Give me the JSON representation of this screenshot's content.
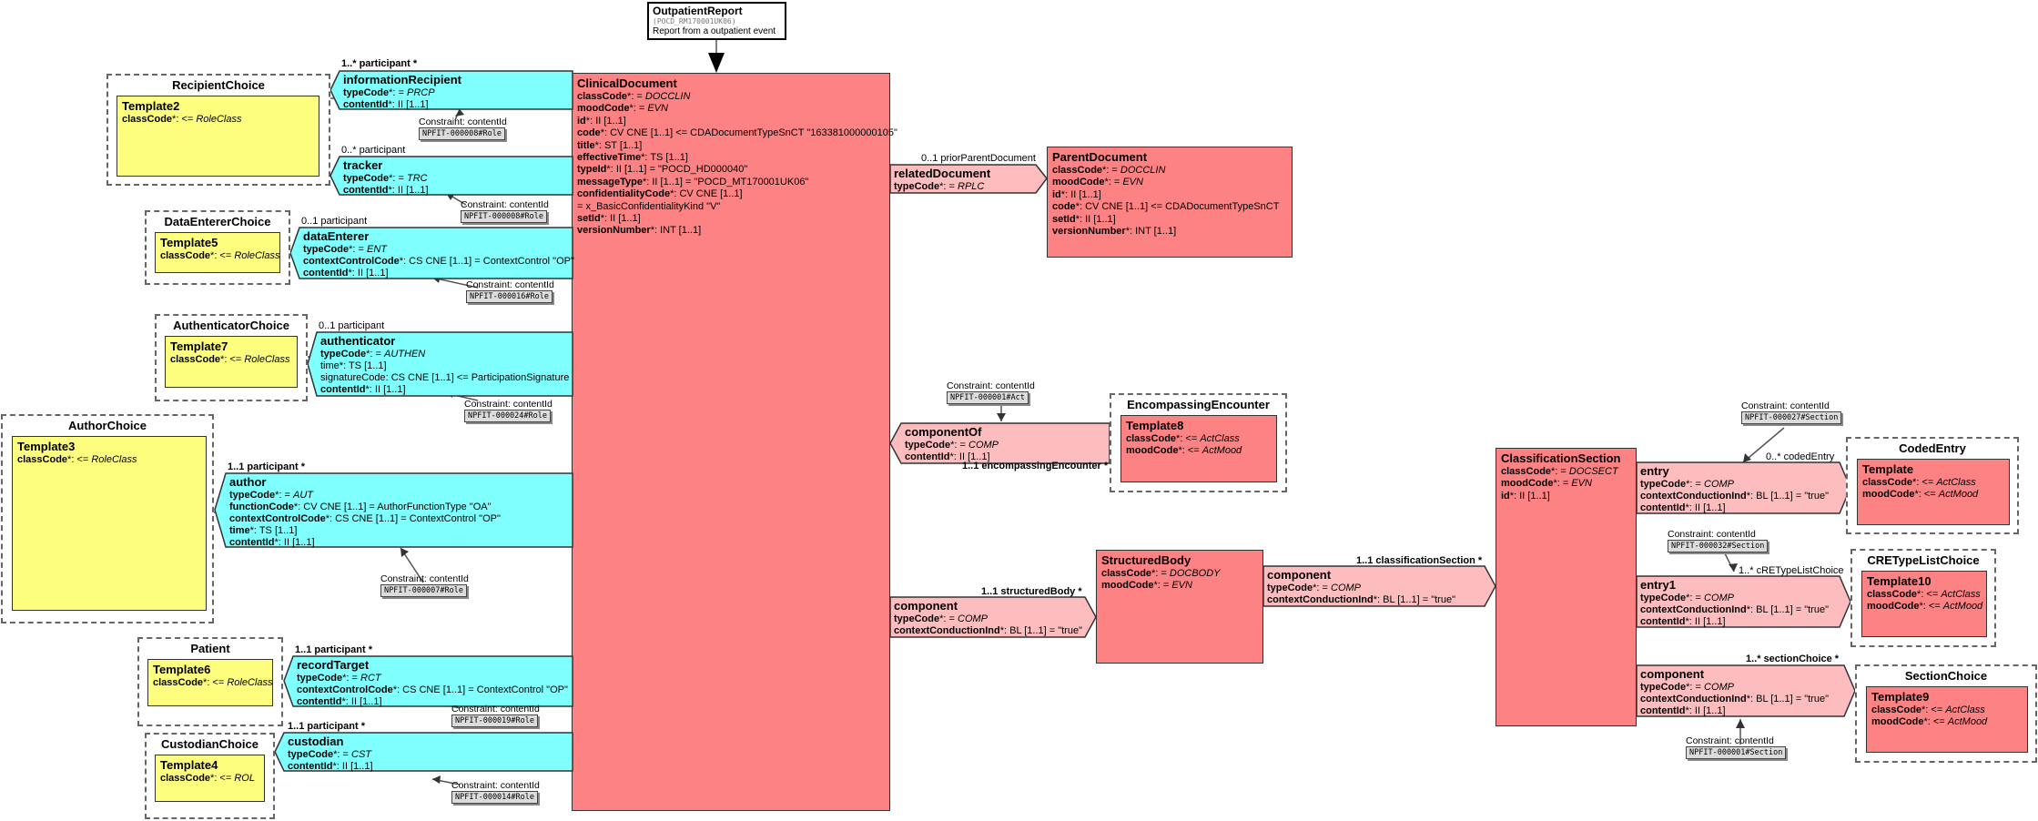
{
  "entry_point": {
    "title": "OutpatientReport",
    "code": "(POCD_RM170001UK06)",
    "description": "Report from a outpatient event"
  },
  "clinical_document": {
    "title": "ClinicalDocument",
    "attrs": [
      {
        "name": "classCode",
        "req": "*",
        "sep": ": = ",
        "value": "DOCCLIN",
        "italic": true
      },
      {
        "name": "moodCode",
        "req": "*",
        "sep": ": = ",
        "value": "EVN",
        "italic": true
      },
      {
        "name": "id",
        "req": "*",
        "sep": ": ",
        "value": "II [1..1]",
        "italic": false
      },
      {
        "name": "code",
        "req": "*",
        "sep": ": ",
        "value": "CV CNE [1..1] <= CDADocumentTypeSnCT \"163381000000105\"",
        "italic": false
      },
      {
        "name": "title",
        "req": "*",
        "sep": ": ",
        "value": "ST [1..1]",
        "italic": false
      },
      {
        "name": "effectiveTime",
        "req": "*",
        "sep": ": ",
        "value": "TS [1..1]",
        "italic": false
      },
      {
        "name": "typeId",
        "req": "*",
        "sep": ": ",
        "value": "II [1..1] = \"POCD_HD000040\"",
        "italic": false
      },
      {
        "name": "messageType",
        "req": "*",
        "sep": ": ",
        "value": "II [1..1] = \"POCD_MT170001UK06\"",
        "italic": false
      },
      {
        "name": "confidentialityCode",
        "req": "*",
        "sep": ": ",
        "value": "CV CNE [1..1]",
        "italic": false
      },
      {
        "name": "",
        "req": "",
        "sep": "",
        "value": " = x_BasicConfidentialityKind \"V\"",
        "italic": false
      },
      {
        "name": "setId",
        "req": "*",
        "sep": ": ",
        "value": "II [1..1]",
        "italic": false
      },
      {
        "name": "versionNumber",
        "req": "*",
        "sep": ": ",
        "value": "INT [1..1]",
        "italic": false
      }
    ]
  },
  "left": {
    "information_recipient": {
      "mult": "1..* participant  *",
      "title": "informationRecipient",
      "attrs": [
        {
          "name": "typeCode",
          "req": "*",
          "sep": ": = ",
          "value": "PRCP",
          "italic": true
        },
        {
          "name": "contentId",
          "req": "*",
          "sep": ": ",
          "value": "II [1..1]",
          "italic": false
        }
      ],
      "constraint": {
        "label": "Constraint: contentId",
        "tag": "NPFIT-000008#Role"
      },
      "choice": {
        "title": "RecipientChoice",
        "template": {
          "title": "Template2",
          "attrs": [
            {
              "name": "classCode",
              "req": "*",
              "sep": ": <= ",
              "value": "RoleClass",
              "italic": true
            }
          ]
        }
      }
    },
    "tracker": {
      "mult": "0..* participant",
      "title": "tracker",
      "attrs": [
        {
          "name": "typeCode",
          "req": "*",
          "sep": ": = ",
          "value": "TRC",
          "italic": true
        },
        {
          "name": "contentId",
          "req": "*",
          "sep": ": ",
          "value": "II [1..1]",
          "italic": false
        }
      ],
      "constraint": {
        "label": "Constraint: contentId",
        "tag": "NPFIT-000008#Role"
      }
    },
    "data_enterer": {
      "mult": "0..1 participant",
      "title": "dataEnterer",
      "attrs": [
        {
          "name": "typeCode",
          "req": "*",
          "sep": ": = ",
          "value": "ENT",
          "italic": true
        },
        {
          "name": "contextControlCode",
          "req": "*",
          "sep": ": ",
          "value": "CS CNE [1..1] = ContextControl \"OP\"",
          "italic": false
        },
        {
          "name": "contentId",
          "req": "*",
          "sep": ": ",
          "value": "II [1..1]",
          "italic": false
        }
      ],
      "constraint": {
        "label": "Constraint: contentId",
        "tag": "NPFIT-000016#Role"
      },
      "choice": {
        "title": "DataEntererChoice",
        "template": {
          "title": "Template5",
          "attrs": [
            {
              "name": "classCode",
              "req": "*",
              "sep": ": <= ",
              "value": "RoleClass",
              "italic": true
            }
          ]
        }
      }
    },
    "authenticator": {
      "mult": "0..1 participant",
      "title": "authenticator",
      "attrs": [
        {
          "name": "typeCode",
          "req": "*",
          "sep": ": = ",
          "value": "AUTHEN",
          "italic": true
        },
        {
          "name": "time",
          "req": "*",
          "sep": ": ",
          "value": "TS [1..1]",
          "italic": false,
          "plain": true
        },
        {
          "name": "signatureCode",
          "req": "",
          "sep": ": ",
          "value": "CS CNE [1..1] <= ParticipationSignature",
          "italic": false,
          "plain": true
        },
        {
          "name": "contentId",
          "req": "*",
          "sep": ": ",
          "value": "II [1..1]",
          "italic": false
        }
      ],
      "constraint": {
        "label": "Constraint: contentId",
        "tag": "NPFIT-000024#Role"
      },
      "choice": {
        "title": "AuthenticatorChoice",
        "template": {
          "title": "Template7",
          "attrs": [
            {
              "name": "classCode",
              "req": "*",
              "sep": ": <= ",
              "value": "RoleClass",
              "italic": true
            }
          ]
        }
      }
    },
    "author": {
      "mult": "1..1 participant  *",
      "title": "author",
      "attrs": [
        {
          "name": "typeCode",
          "req": "*",
          "sep": ": = ",
          "value": "AUT",
          "italic": true
        },
        {
          "name": "functionCode",
          "req": "*",
          "sep": ": ",
          "value": "CV CNE [1..1] = AuthorFunctionType \"OA\"",
          "italic": false
        },
        {
          "name": "contextControlCode",
          "req": "*",
          "sep": ": ",
          "value": "CS CNE [1..1] = ContextControl \"OP\"",
          "italic": false
        },
        {
          "name": "time",
          "req": "*",
          "sep": ": ",
          "value": "TS [1..1]",
          "italic": false
        },
        {
          "name": "contentId",
          "req": "*",
          "sep": ": ",
          "value": "II [1..1]",
          "italic": false
        }
      ],
      "constraint": {
        "label": "Constraint: contentId",
        "tag": "NPFIT-000007#Role"
      },
      "choice": {
        "title": "AuthorChoice",
        "template": {
          "title": "Template3",
          "attrs": [
            {
              "name": "classCode",
              "req": "*",
              "sep": ": <= ",
              "value": "RoleClass",
              "italic": true
            }
          ]
        }
      }
    },
    "record_target": {
      "mult": "1..1 participant  *",
      "title": "recordTarget",
      "attrs": [
        {
          "name": "typeCode",
          "req": "*",
          "sep": ": = ",
          "value": "RCT",
          "italic": true
        },
        {
          "name": "contextControlCode",
          "req": "*",
          "sep": ": ",
          "value": "CS CNE [1..1] = ContextControl \"OP\"",
          "italic": false
        },
        {
          "name": "contentId",
          "req": "*",
          "sep": ": ",
          "value": "II [1..1]",
          "italic": false
        }
      ],
      "constraint": {
        "label": "Constraint: contentId",
        "tag": "NPFIT-000019#Role"
      },
      "choice": {
        "title": "Patient",
        "template": {
          "title": "Template6",
          "attrs": [
            {
              "name": "classCode",
              "req": "*",
              "sep": ": <= ",
              "value": "RoleClass",
              "italic": true
            }
          ]
        }
      }
    },
    "custodian": {
      "mult": "1..1 participant  *",
      "title": "custodian",
      "attrs": [
        {
          "name": "typeCode",
          "req": "*",
          "sep": ": = ",
          "value": "CST",
          "italic": true
        },
        {
          "name": "contentId",
          "req": "*",
          "sep": ": ",
          "value": "II [1..1]",
          "italic": false
        }
      ],
      "constraint": {
        "label": "Constraint: contentId",
        "tag": "NPFIT-000014#Role"
      },
      "choice": {
        "title": "CustodianChoice",
        "template": {
          "title": "Template4",
          "attrs": [
            {
              "name": "classCode",
              "req": "*",
              "sep": ": <= ",
              "value": "ROL",
              "italic": true
            }
          ]
        }
      }
    }
  },
  "related_document": {
    "mult": "0..1 priorParentDocument",
    "title": "relatedDocument",
    "attrs": [
      {
        "name": "typeCode",
        "req": "*",
        "sep": ": = ",
        "value": "RPLC",
        "italic": true
      }
    ],
    "parent": {
      "title": "ParentDocument",
      "attrs": [
        {
          "name": "classCode",
          "req": "*",
          "sep": ": = ",
          "value": "DOCCLIN",
          "italic": true
        },
        {
          "name": "moodCode",
          "req": "*",
          "sep": ": = ",
          "value": "EVN",
          "italic": true
        },
        {
          "name": "id",
          "req": "*",
          "sep": ": ",
          "value": "II [1..1]",
          "italic": false
        },
        {
          "name": "code",
          "req": "*",
          "sep": ": ",
          "value": "CV CNE [1..1] <= CDADocumentTypeSnCT",
          "italic": false
        },
        {
          "name": "setId",
          "req": "*",
          "sep": ": ",
          "value": "II [1..1]",
          "italic": false
        },
        {
          "name": "versionNumber",
          "req": "*",
          "sep": ": ",
          "value": "INT [1..1]",
          "italic": false
        }
      ]
    }
  },
  "component_of": {
    "title": "componentOf",
    "mult": "1..1 encompassingEncounter  *",
    "attrs": [
      {
        "name": "typeCode",
        "req": "*",
        "sep": ": = ",
        "value": "COMP",
        "italic": true
      },
      {
        "name": "contentId",
        "req": "*",
        "sep": ": ",
        "value": "II [1..1]",
        "italic": false
      }
    ],
    "constraint": {
      "label": "Constraint: contentId",
      "tag": "NPFIT-000001#Act"
    },
    "choice": {
      "title": "EncompassingEncounter",
      "template": {
        "title": "Template8",
        "attrs": [
          {
            "name": "classCode",
            "req": "*",
            "sep": ": <= ",
            "value": "ActClass",
            "italic": true
          },
          {
            "name": "moodCode",
            "req": "*",
            "sep": ": <= ",
            "value": "ActMood",
            "italic": true
          }
        ]
      }
    }
  },
  "component": {
    "title": "component",
    "mult": "1..1 structuredBody  *",
    "attrs": [
      {
        "name": "typeCode",
        "req": "*",
        "sep": ": = ",
        "value": "COMP",
        "italic": true
      },
      {
        "name": "contextConductionInd",
        "req": "*",
        "sep": ": ",
        "value": "BL [1..1] = \"true\"",
        "italic": false
      }
    ]
  },
  "structured_body": {
    "title": "StructuredBody",
    "attrs": [
      {
        "name": "classCode",
        "req": "*",
        "sep": ": = ",
        "value": "DOCBODY",
        "italic": true
      },
      {
        "name": "moodCode",
        "req": "*",
        "sep": ": = ",
        "value": "EVN",
        "italic": true
      }
    ]
  },
  "sb_component": {
    "title": "component",
    "mult": "1..1 classificationSection  *",
    "attrs": [
      {
        "name": "typeCode",
        "req": "*",
        "sep": ": = ",
        "value": "COMP",
        "italic": true
      },
      {
        "name": "contextConductionInd",
        "req": "*",
        "sep": ": ",
        "value": "BL [1..1] = \"true\"",
        "italic": false
      }
    ]
  },
  "classification_section": {
    "title": "ClassificationSection",
    "attrs": [
      {
        "name": "classCode",
        "req": "*",
        "sep": ": = ",
        "value": "DOCSECT",
        "italic": true
      },
      {
        "name": "moodCode",
        "req": "*",
        "sep": ": = ",
        "value": "EVN",
        "italic": true
      },
      {
        "name": "id",
        "req": "*",
        "sep": ": ",
        "value": "II [1..1]",
        "italic": false
      }
    ]
  },
  "right": {
    "entry": {
      "title": "entry",
      "mult": "0..* codedEntry",
      "attrs": [
        {
          "name": "typeCode",
          "req": "*",
          "sep": ": = ",
          "value": "COMP",
          "italic": true
        },
        {
          "name": "contextConductionInd",
          "req": "*",
          "sep": ": ",
          "value": "BL [1..1] = \"true\"",
          "italic": false
        },
        {
          "name": "contentId",
          "req": "*",
          "sep": ": ",
          "value": "II [1..1]",
          "italic": false
        }
      ],
      "constraint": {
        "label": "Constraint: contentId",
        "tag": "NPFIT-000027#Section"
      },
      "choice": {
        "title": "CodedEntry",
        "template": {
          "title": "Template",
          "attrs": [
            {
              "name": "classCode",
              "req": "*",
              "sep": ": <= ",
              "value": "ActClass",
              "italic": true
            },
            {
              "name": "moodCode",
              "req": "*",
              "sep": ": <= ",
              "value": "ActMood",
              "italic": true
            }
          ]
        }
      }
    },
    "entry1": {
      "title": "entry1",
      "mult": "1..* cRETypeListChoice",
      "attrs": [
        {
          "name": "typeCode",
          "req": "*",
          "sep": ": = ",
          "value": "COMP",
          "italic": true
        },
        {
          "name": "contextConductionInd",
          "req": "*",
          "sep": ": ",
          "value": "BL [1..1] = \"true\"",
          "italic": false
        },
        {
          "name": "contentId",
          "req": "*",
          "sep": ": ",
          "value": "II [1..1]",
          "italic": false
        }
      ],
      "constraint": {
        "label": "Constraint: contentId",
        "tag": "NPFIT-000032#Section"
      },
      "choice": {
        "title": "CRETypeListChoice",
        "template": {
          "title": "Template10",
          "attrs": [
            {
              "name": "classCode",
              "req": "*",
              "sep": ": <= ",
              "value": "ActClass",
              "italic": true
            },
            {
              "name": "moodCode",
              "req": "*",
              "sep": ": <= ",
              "value": "ActMood",
              "italic": true
            }
          ]
        }
      }
    },
    "component": {
      "title": "component",
      "mult": "1..* sectionChoice  *",
      "attrs": [
        {
          "name": "typeCode",
          "req": "*",
          "sep": ": = ",
          "value": "COMP",
          "italic": true
        },
        {
          "name": "contextConductionInd",
          "req": "*",
          "sep": ": ",
          "value": "BL [1..1] = \"true\"",
          "italic": false
        },
        {
          "name": "contentId",
          "req": "*",
          "sep": ": ",
          "value": "II [1..1]",
          "italic": false
        }
      ],
      "constraint": {
        "label": "Constraint: contentId",
        "tag": "NPFIT-000001#Section"
      },
      "choice": {
        "title": "SectionChoice",
        "template": {
          "title": "Template9",
          "attrs": [
            {
              "name": "classCode",
              "req": "*",
              "sep": ": <= ",
              "value": "ActClass",
              "italic": true
            },
            {
              "name": "moodCode",
              "req": "*",
              "sep": ": <= ",
              "value": "ActMood",
              "italic": true
            }
          ]
        }
      }
    }
  },
  "colors": {
    "act": "#fc8283",
    "act_relationship": "#fdbdbe",
    "participation": "#7ffffe",
    "role": "#fefe7e"
  }
}
